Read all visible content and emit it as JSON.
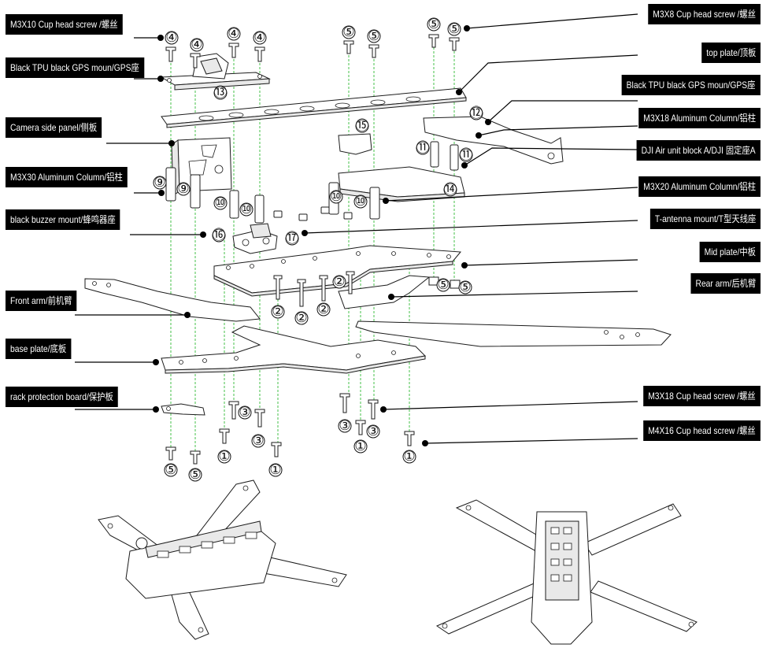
{
  "labels": {
    "m3x10_cup_screw": "M3X10 Cup head screw /螺丝",
    "m3x8_cup_screw": "M3X8 Cup head screw /螺丝",
    "top_plate": "top plate/顶板",
    "gps_mount_left": "Black TPU black GPS moun/GPS座",
    "gps_mount_right": "Black TPU black GPS moun/GPS座",
    "camera_side_panel": "Camera side panel/侧板",
    "m3x18_aluminum_column": "M3X18 Aluminum Column/铝柱",
    "dji_air_unit_block": "DJI Air unit block A/DJI 固定座A",
    "m3x30_aluminum_column": "M3X30 Aluminum Column/铝柱",
    "m3x20_aluminum_column": "M3X20 Aluminum Column/铝柱",
    "buzzer_mount": "black buzzer mount/蜂鸣器座",
    "t_antenna_mount": "T-antenna mount/T型天线座",
    "mid_plate": "Mid plate/中板",
    "rear_arm": "Rear arm/后机臂",
    "front_arm": "Front arm/前机臂",
    "base_plate": "base plate/底板",
    "rack_protection_board": "rack protection board/保护板",
    "m3x18_cup_screw": "M3X18  Cup head screw /螺丝",
    "m4x16_cup_screw": "M4X16  Cup head screw /螺丝"
  },
  "part_numbers": {
    "n1": "①",
    "n2": "②",
    "n3": "③",
    "n4": "④",
    "n5": "⑤",
    "n9": "⑨",
    "n10": "⑩",
    "n11": "⑪",
    "n12": "⑫",
    "n13": "⑬",
    "n14": "⑭",
    "n15": "⑮",
    "n16": "⑯",
    "n17": "⑰"
  },
  "colors": {
    "guide_line": "#46c24a",
    "label_bg": "#000000",
    "label_text": "#ffffff",
    "line_art": "#1c1c1c"
  }
}
